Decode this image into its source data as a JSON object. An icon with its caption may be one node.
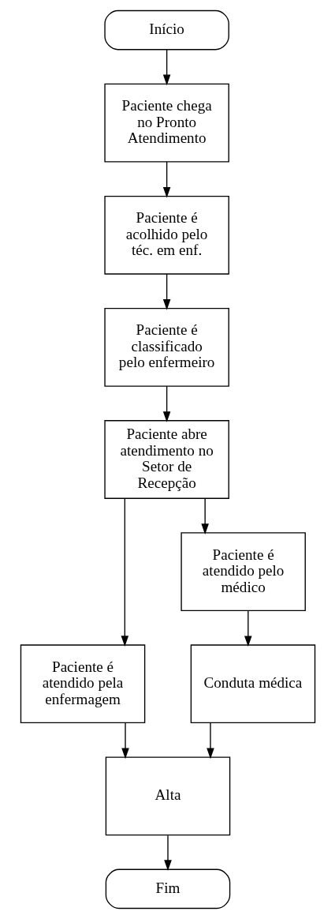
{
  "diagram": {
    "nodes": [
      {
        "text": [
          "Início"
        ]
      },
      {
        "text": [
          "Paciente chega no Pronto Atendimento"
        ]
      },
      {
        "text": [
          "Paciente é acolhido pelo téc. em enf."
        ]
      },
      {
        "text": [
          "Paciente é classificado pelo enfermeiro"
        ]
      },
      {
        "text": [
          "Paciente abre atendimento no Setor de Recepção"
        ]
      },
      {
        "text": [
          "Paciente é atendido pela enfermagem"
        ]
      },
      {
        "text": [
          "Paciente é atendido pelo médico"
        ]
      },
      {
        "text": [
          "Conduta médica"
        ]
      },
      {
        "text": [
          "Alta"
        ]
      },
      {
        "text": [
          "Fim"
        ]
      }
    ],
    "edges": [
      {
        "from": 0,
        "to": 1,
        "arrow": "to"
      },
      {
        "from": 1,
        "to": 2,
        "arrow": "to"
      },
      {
        "from": 2,
        "to": 3,
        "arrow": "to"
      },
      {
        "from": 3,
        "to": 4,
        "arrow": "to"
      },
      {
        "from": 4,
        "to": 5,
        "arrow": "to"
      },
      {
        "from": 4,
        "to": 6,
        "arrow": "to"
      },
      {
        "from": 6,
        "to": 7,
        "arrow": "to"
      },
      {
        "from": 7,
        "to": 8,
        "arrow": "to"
      },
      {
        "from": 5,
        "to": 8,
        "arrow": "to"
      },
      {
        "from": 8,
        "to": 9,
        "arrow": "to"
      }
    ]
  }
}
